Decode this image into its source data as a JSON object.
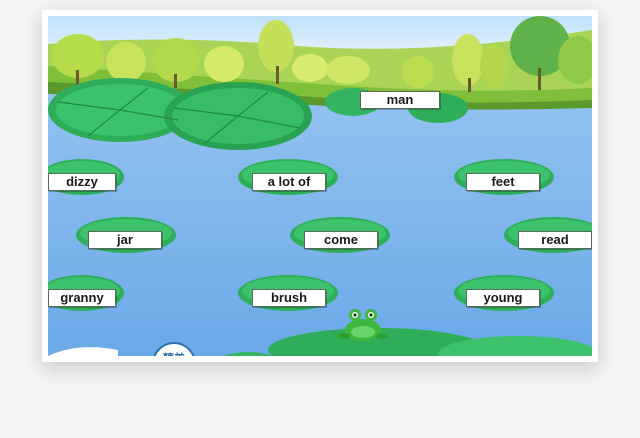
{
  "game": {
    "words": {
      "man": "man",
      "dizzy": "dizzy",
      "a_lot_of": "a lot of",
      "feet": "feet",
      "jar": "jar",
      "come": "come",
      "read": "read",
      "granny": "granny",
      "brush": "brush",
      "young": "young"
    },
    "badge_text": "精美"
  },
  "colors": {
    "water": "#7fb6ee",
    "sky": "#cfe6fa",
    "grass": "#8cc63f",
    "lily_pad": "#2fae5a",
    "frog": "#3db83d"
  }
}
